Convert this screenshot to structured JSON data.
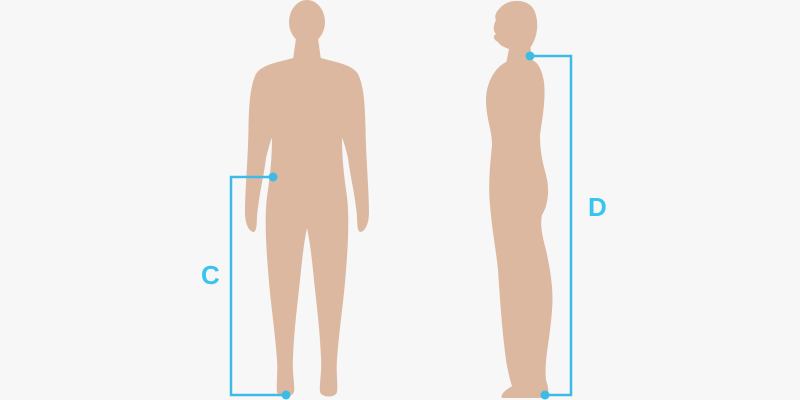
{
  "colors": {
    "background": "#f7f7f8",
    "skin": "#ddb8a0",
    "measure_line": "#3dbbe6",
    "label": "#37c4f0"
  },
  "measurements": [
    {
      "label": "C",
      "from": "hip",
      "to": "heel",
      "view": "front"
    },
    {
      "label": "D",
      "from": "neck",
      "to": "heel",
      "view": "side"
    }
  ]
}
